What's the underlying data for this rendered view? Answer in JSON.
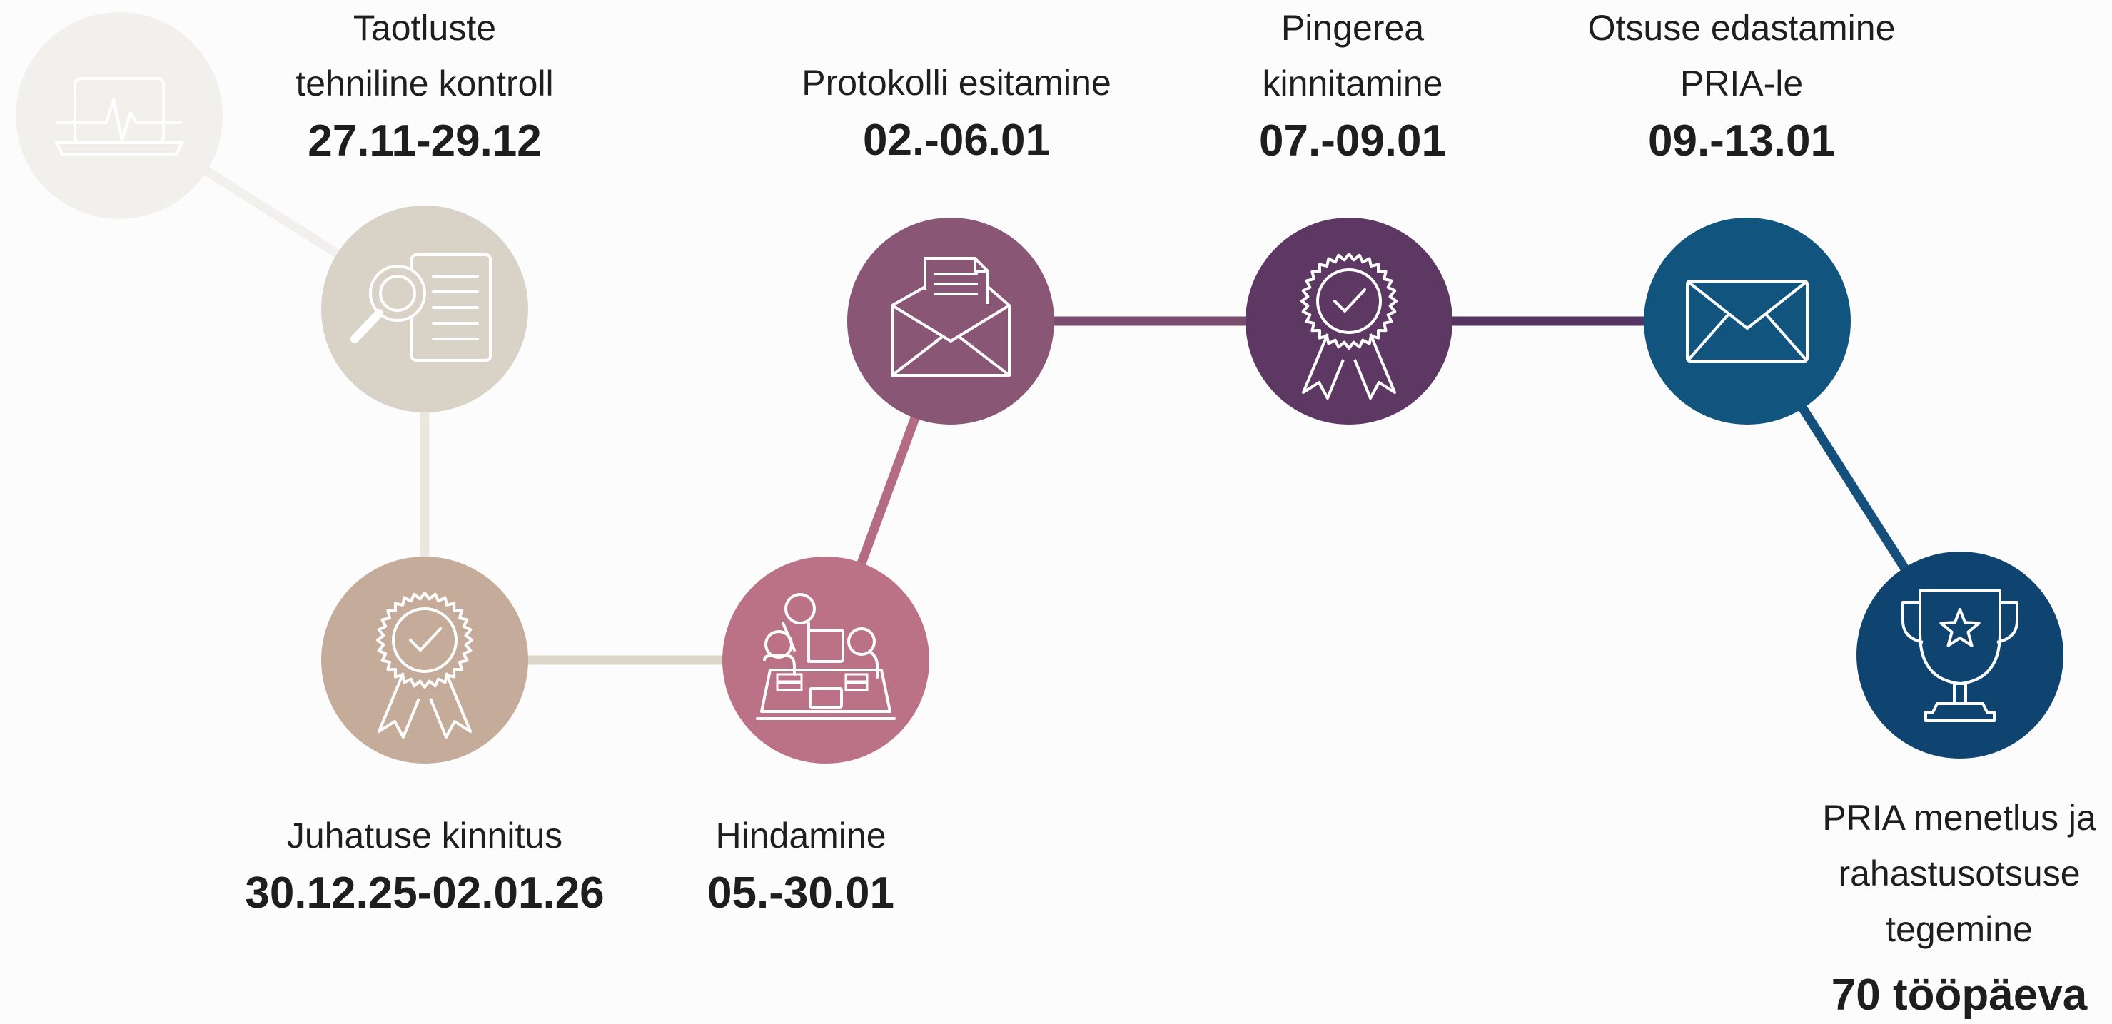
{
  "steps": [
    {
      "id": "start",
      "icon": "laptop-pulse-icon",
      "color": "#f1f0ec",
      "title": [],
      "date": ""
    },
    {
      "id": "tech-control",
      "icon": "document-search-icon",
      "color": "#d8d2c7",
      "title": [
        "Taotluste",
        "tehniline kontroll"
      ],
      "date": "27.11-29.12"
    },
    {
      "id": "board-approval",
      "icon": "award-ribbon-icon",
      "color": "#c5ab99",
      "title": [
        "Juhatuse kinnitus"
      ],
      "date": "30.12.25-02.01.26"
    },
    {
      "id": "evaluation",
      "icon": "meeting-table-icon",
      "color": "#bb7186",
      "title": [
        "Hindamine"
      ],
      "date": "05.-30.01"
    },
    {
      "id": "protocol",
      "icon": "envelope-letter-icon",
      "color": "#8a5675",
      "title": [
        "Protokolli esitamine"
      ],
      "date": "02.-06.01"
    },
    {
      "id": "ranking",
      "icon": "award-ribbon-icon",
      "color": "#5c3863",
      "title": [
        "Pingerea",
        "kinnitamine"
      ],
      "date": "07.-09.01"
    },
    {
      "id": "forwarding",
      "icon": "envelope-icon",
      "color": "#11557f",
      "title": [
        "Otsuse edastamine",
        "PRIA-le"
      ],
      "date": "09.-13.01"
    },
    {
      "id": "pria",
      "icon": "trophy-star-icon",
      "color": "#0f4471",
      "title": [
        "PRIA menetlus ja",
        "rahastusotsuse",
        "tegemine"
      ],
      "date": "70 tööpäeva"
    }
  ],
  "connectors": [
    {
      "from": "start",
      "to": "tech-control",
      "color": "#f1f0ec"
    },
    {
      "from": "tech-control",
      "to": "board-approval",
      "color": "#ebe7df"
    },
    {
      "from": "board-approval",
      "to": "evaluation",
      "color": "#dcd6c8"
    },
    {
      "from": "evaluation",
      "to": "protocol",
      "color": "#b46c83"
    },
    {
      "from": "protocol",
      "to": "ranking",
      "color": "#7a4c6e"
    },
    {
      "from": "ranking",
      "to": "forwarding",
      "color": "#553462"
    },
    {
      "from": "forwarding",
      "to": "pria",
      "color": "#154f7c"
    }
  ]
}
